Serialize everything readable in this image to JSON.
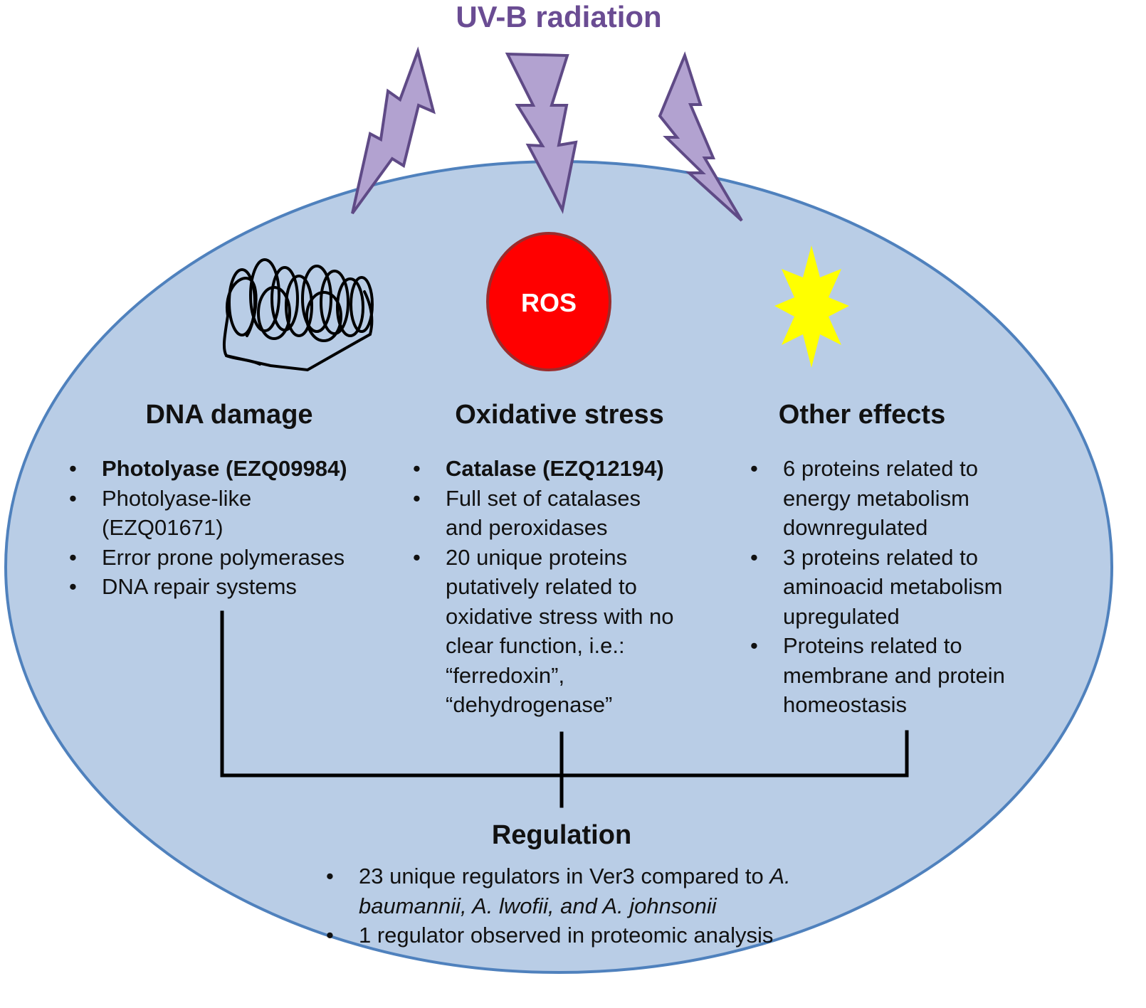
{
  "title": "UV-B radiation",
  "colors": {
    "cell_fill": "#b9cde6",
    "cell_stroke": "#4f81bd",
    "bolt_fill": "#b2a2d0",
    "bolt_stroke": "#5f4a86",
    "ros_fill": "#ff0000",
    "ros_stroke": "#9b2b2b",
    "star_fill": "#ffff00",
    "title_color": "#6a4c93"
  },
  "icons": [
    "lightning-bolt-icon",
    "dna-scribble-icon",
    "ros-circle-icon",
    "star-burst-icon"
  ],
  "ros_label": "ROS",
  "dna": {
    "heading": "DNA damage",
    "items": {
      "i0": "Photolyase (EZQ09984)",
      "i1_a": "Photolyase-like",
      "i1_b": "(EZQ01671)",
      "i2": "Error prone polymerases",
      "i3": "DNA repair systems"
    }
  },
  "oxidative": {
    "heading": "Oxidative stress",
    "items": {
      "i0": "Catalase (EZQ12194)",
      "i1_a": "Full set of catalases",
      "i1_b": "and peroxidases",
      "i2_a": "20 unique proteins",
      "i2_b": "putatively related to",
      "i2_c": "oxidative stress with no",
      "i2_d": "clear function, i.e.:",
      "i2_e": "“ferredoxin”,",
      "i2_f": "“dehydrogenase”"
    }
  },
  "other": {
    "heading": "Other effects",
    "items": {
      "i0_a": "6 proteins related to",
      "i0_b": "energy metabolism",
      "i0_c": "downregulated",
      "i1_a": "3 proteins related to",
      "i1_b": "aminoacid metabolism",
      "i1_c": "upregulated",
      "i2_a": "Proteins related to",
      "i2_b": "membrane and protein",
      "i2_c": "homeostasis"
    }
  },
  "regulation": {
    "heading": "Regulation",
    "items": {
      "i0_a": "23 unique regulators in Ver3 compared to ",
      "i0_b": "A.",
      "i0_c": "baumannii, A. lwofii, and A. johnsonii",
      "i1": "1 regulator observed in proteomic analysis"
    }
  }
}
